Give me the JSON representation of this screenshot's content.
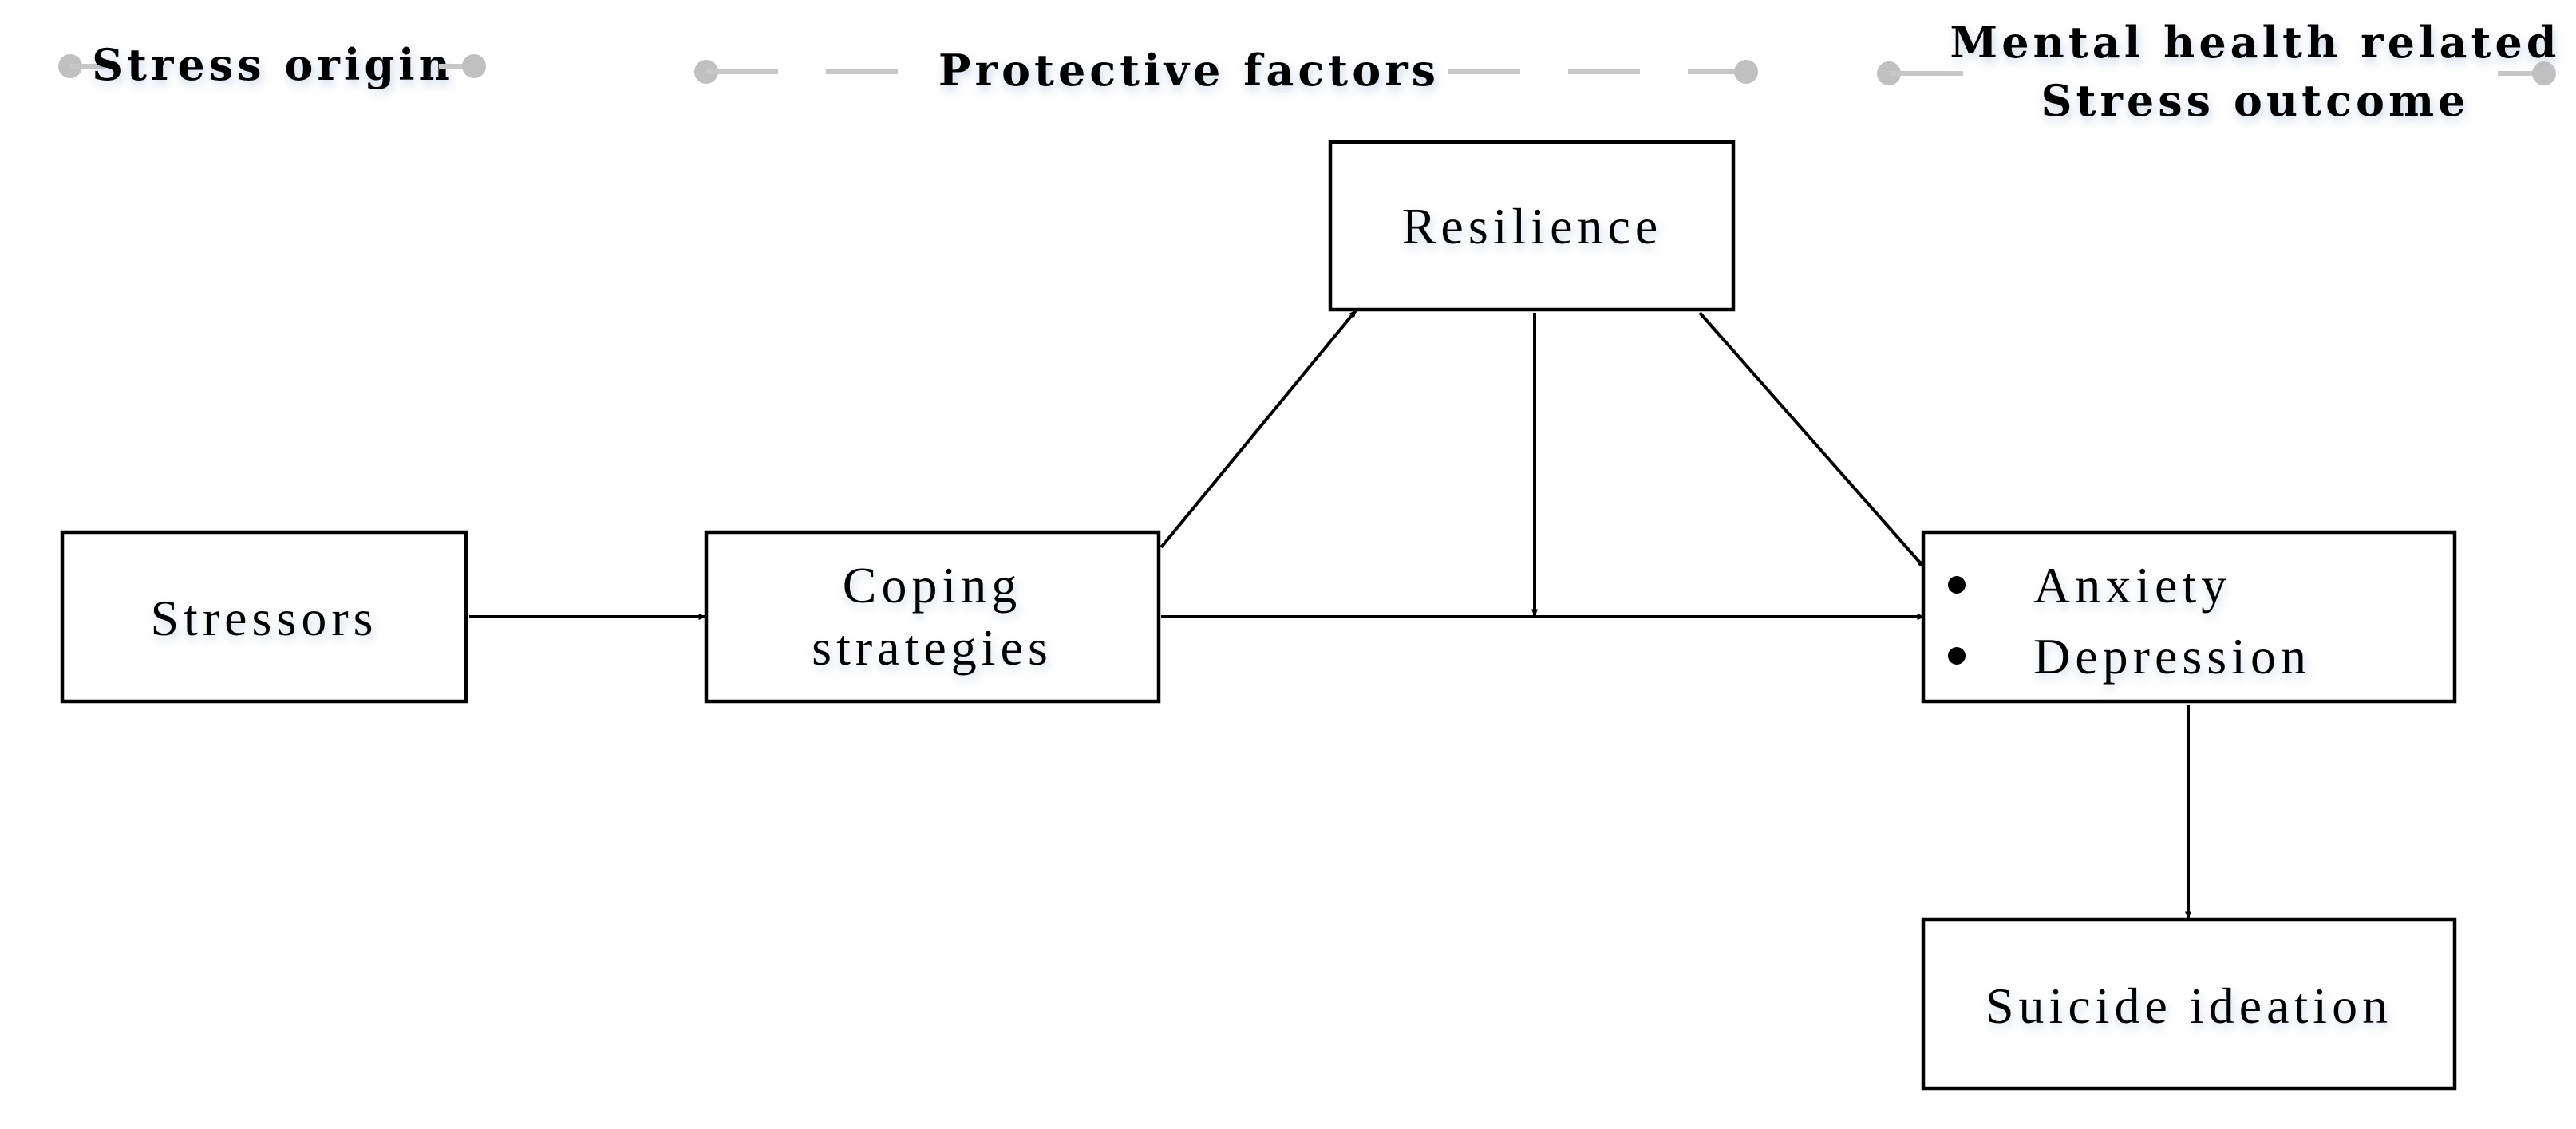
{
  "headers": {
    "stress_origin": "Stress origin",
    "protective_factors": "Protective factors",
    "outcome_line1": "Mental health related",
    "outcome_line2": "Stress outcome"
  },
  "nodes": {
    "stressors": "Stressors",
    "coping_line1": "Coping",
    "coping_line2": "strategies",
    "resilience": "Resilience",
    "anxiety": "Anxiety",
    "depression": "Depression",
    "suicide_ideation": "Suicide ideation"
  },
  "edges": [
    {
      "from": "stressors",
      "to": "coping-strategies"
    },
    {
      "from": "coping-strategies",
      "to": "resilience"
    },
    {
      "from": "coping-strategies",
      "to": "anxiety-depression"
    },
    {
      "from": "resilience",
      "to": "coping-outcome-path",
      "type": "moderation"
    },
    {
      "from": "resilience",
      "to": "anxiety-depression"
    },
    {
      "from": "anxiety-depression",
      "to": "suicide-ideation"
    }
  ],
  "colors": {
    "line": "#000000",
    "guide": "#c7c7c7",
    "background": "#ffffff"
  }
}
